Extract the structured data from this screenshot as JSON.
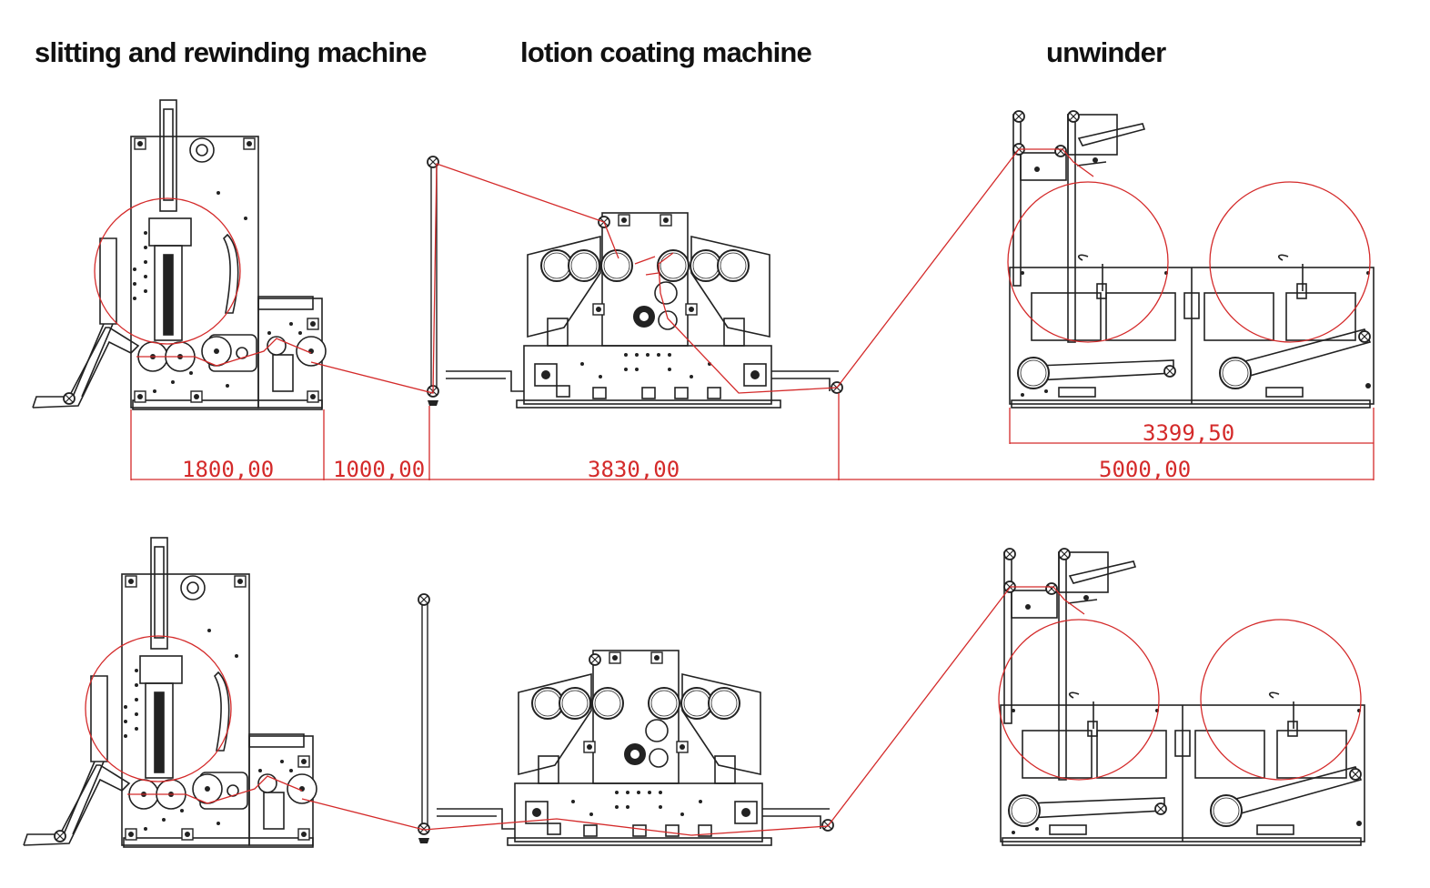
{
  "titles": {
    "slitter": "slitting and rewinding machine",
    "coater": "lotion coating machine",
    "unwinder": "unwinder"
  },
  "dimensions": {
    "d1": "1800,00",
    "d2": "1000,00",
    "d3": "3830,00",
    "d4": "5000,00",
    "d5": "3399,50"
  },
  "colors": {
    "line": "#222222",
    "web_path": "#d42a2a",
    "background": "#ffffff"
  }
}
